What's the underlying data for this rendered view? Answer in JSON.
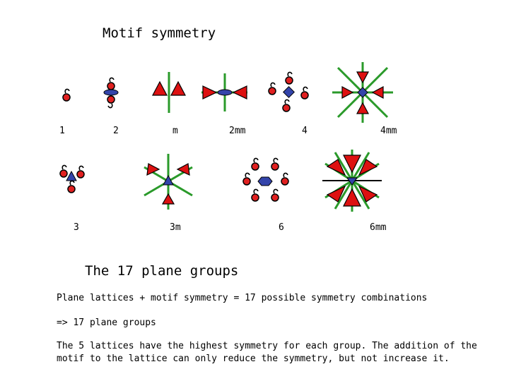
{
  "title": "Motif symmetry",
  "labels": {
    "p1": "1",
    "p2": "2",
    "m": "m",
    "p2mm": "2mm",
    "p4": "4",
    "p4mm": "4mm",
    "p3": "3",
    "p3m": "3m",
    "p6": "6",
    "p6mm": "6mm"
  },
  "heading": "The 17 plane groups",
  "line1": "Plane lattices + motif symmetry = 17 possible symmetry combinations",
  "line2": "=> 17 plane groups",
  "paragraph": "The 5 lattices have the highest symmetry for each group. The addition of the motif  to the lattice can only reduce the symmetry, but not increase it.",
  "colors": {
    "motif_fill": "#e02020",
    "mirror_line": "#2a9a2a",
    "axis_symbol": "#3344aa",
    "triangle_fill": "#dd1111",
    "triangle_mirror_tint": "#4a8a2a"
  }
}
